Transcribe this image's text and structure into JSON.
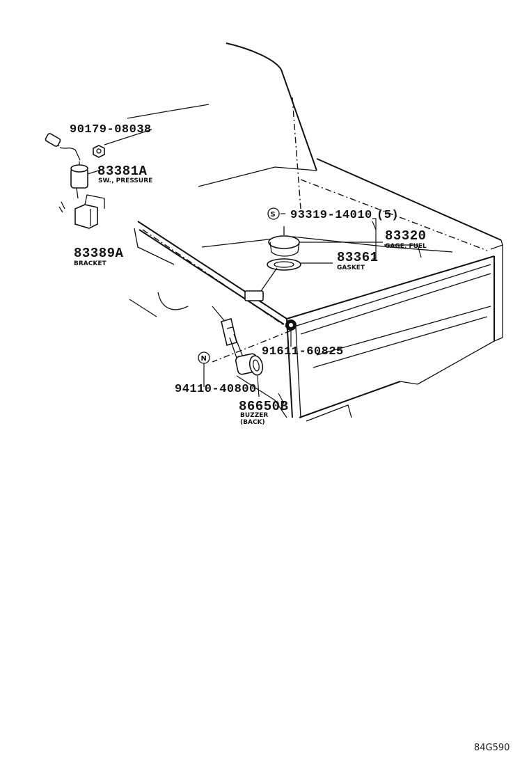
{
  "colors": {
    "ink": "#111111",
    "background": "#ffffff"
  },
  "diagram_code": "84G590",
  "parts": {
    "nut": {
      "number": "90179-08038",
      "icon": "hex-nut-icon"
    },
    "pressure_switch": {
      "number": "83381A",
      "description": "SW., PRESSURE"
    },
    "bracket": {
      "number": "83389A",
      "description": "BRACKET"
    },
    "screw": {
      "symbol": "S",
      "number": "93319-14010",
      "quantity": "(5)"
    },
    "gage_fuel": {
      "number": "83320",
      "description": "GAGE, FUEL"
    },
    "gasket": {
      "number": "83361",
      "description": "GASKET"
    },
    "clip": {
      "number": "91611-60825",
      "icon": "grommet-clip-icon"
    },
    "buzzer_nut": {
      "symbol": "N",
      "number": "94110-40800"
    },
    "buzzer": {
      "number": "86650B",
      "description_line1": "BUZZER",
      "description_line2": "(BACK)"
    }
  }
}
